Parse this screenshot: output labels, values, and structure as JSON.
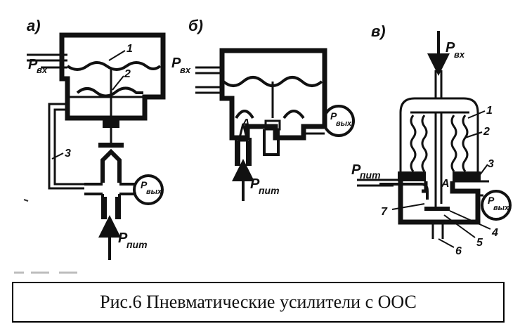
{
  "panels": [
    {
      "letter": "а)",
      "p_in": "P",
      "p_in_sub": "вх",
      "p_supply": "P",
      "p_supply_sub": "пит",
      "p_out": "P",
      "p_out_sub": "вых",
      "callouts": [
        "1",
        "2",
        "3"
      ]
    },
    {
      "letter": "б)",
      "p_in": "P",
      "p_in_sub": "вх",
      "p_supply": "P",
      "p_supply_sub": "пит",
      "p_out": "P",
      "p_out_sub": "вых",
      "point": "A"
    },
    {
      "letter": "в)",
      "p_in": "P",
      "p_in_sub": "вх",
      "p_supply": "P",
      "p_supply_sub": "пит",
      "p_out": "P",
      "p_out_sub": "вых",
      "point": "A",
      "callouts": [
        "1",
        "2",
        "3",
        "4",
        "5",
        "6",
        "7"
      ]
    }
  ],
  "caption": "Рис.6 Пневматические усилители с ООС"
}
